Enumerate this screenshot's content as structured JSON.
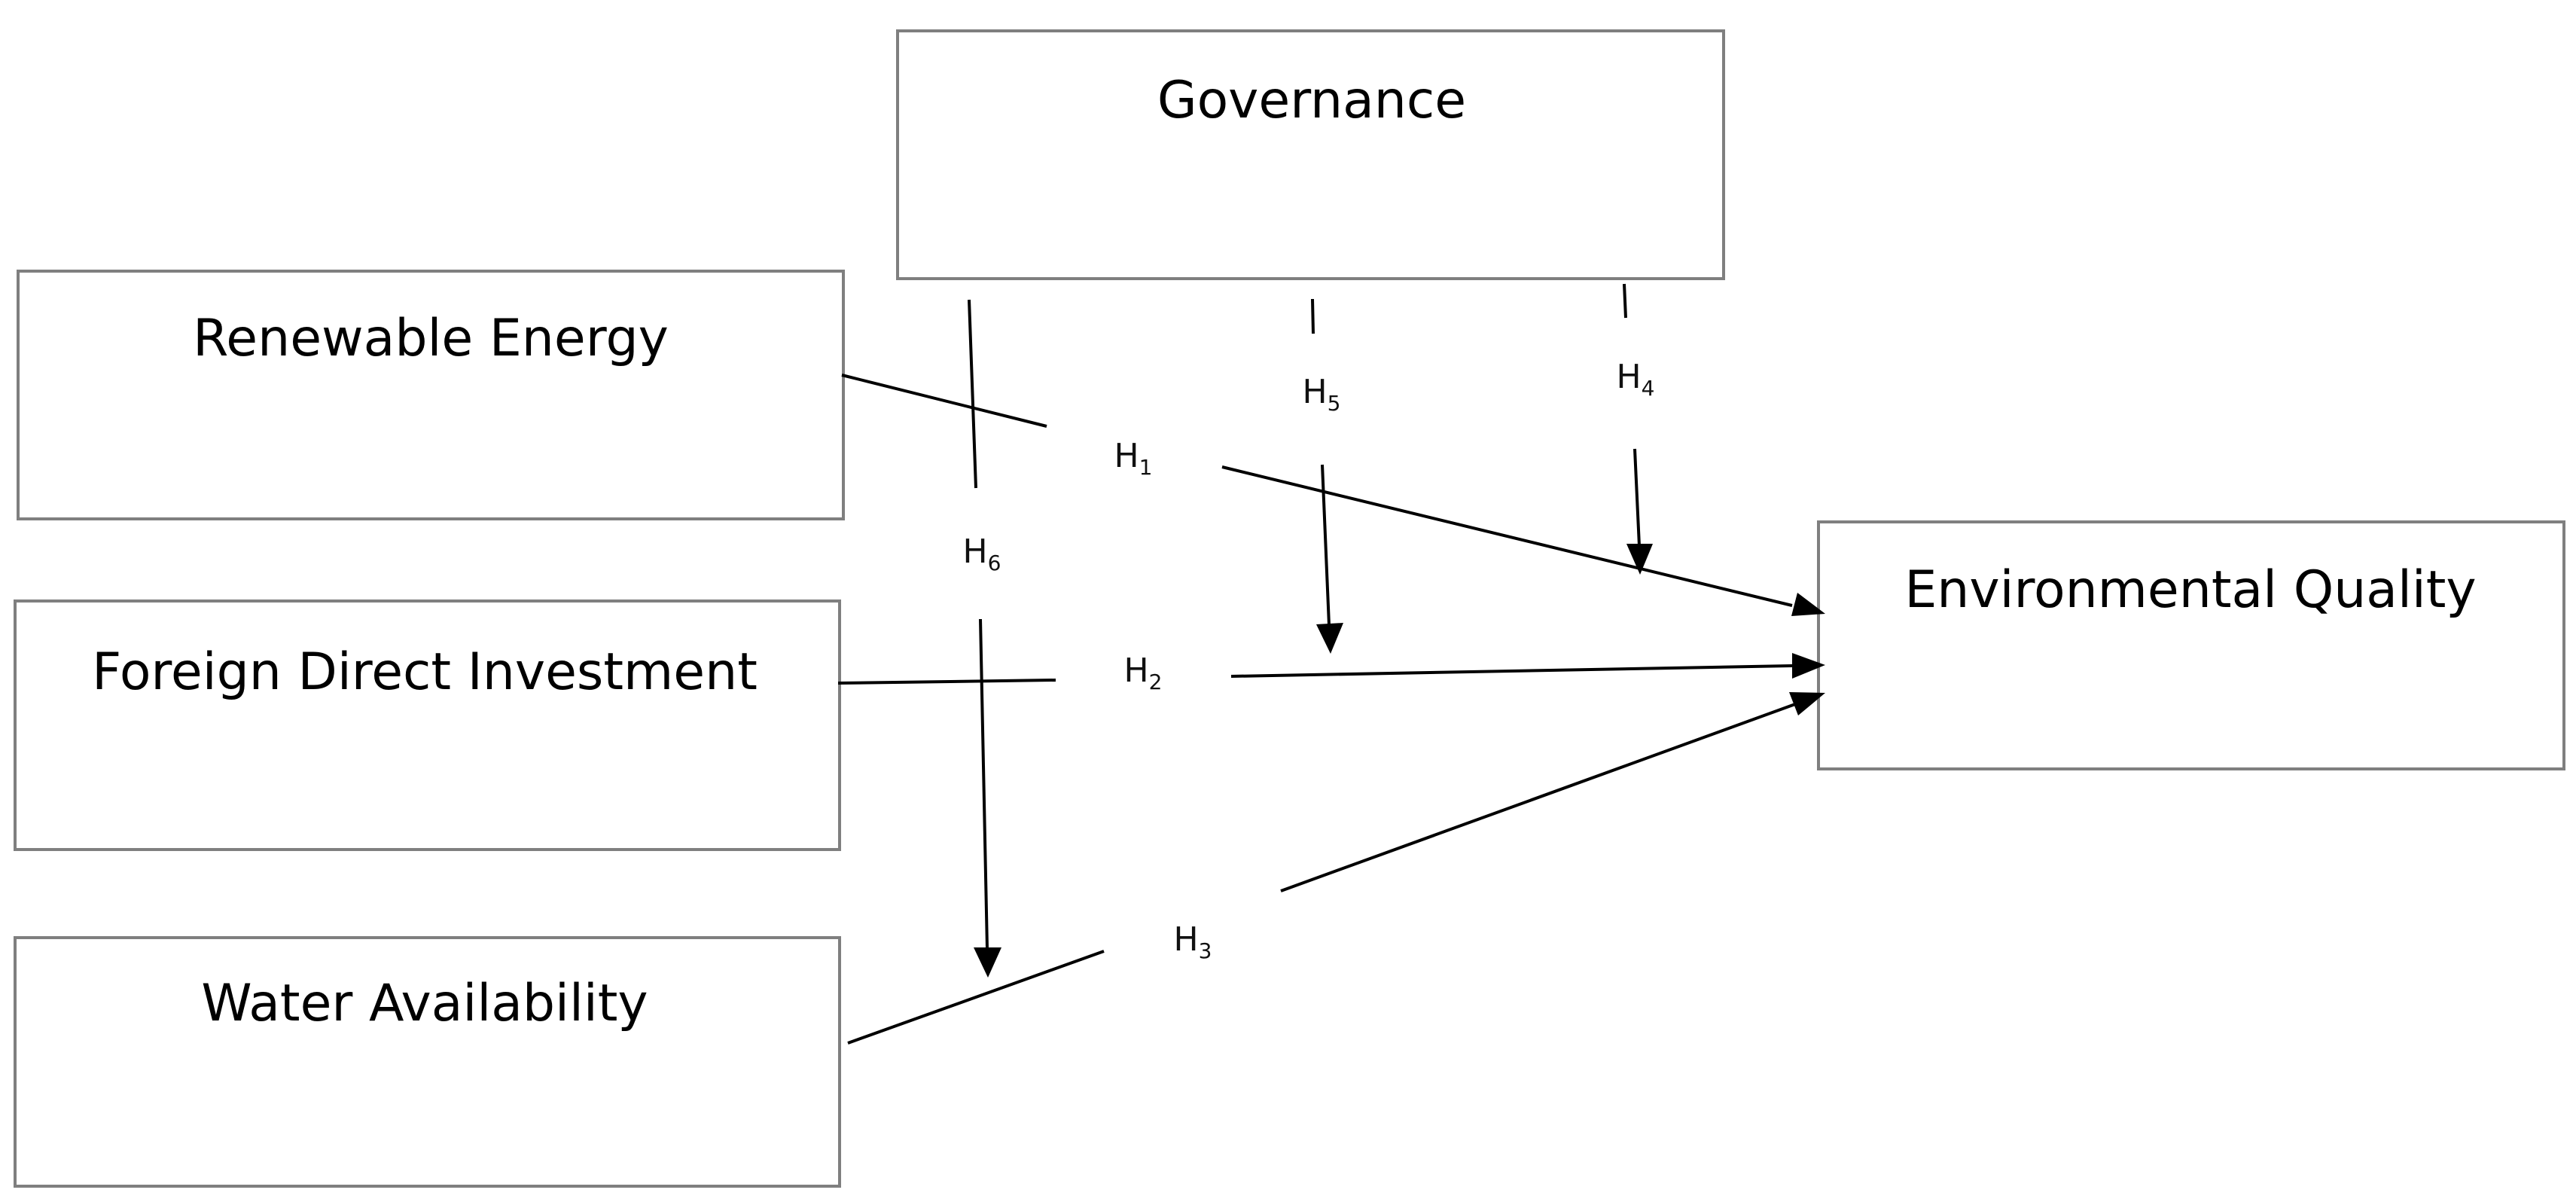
{
  "diagram": {
    "type": "conceptual-model",
    "nodes": {
      "governance": "Governance",
      "renewable_energy": "Renewable Energy",
      "foreign_direct_investment": "Foreign Direct Investment",
      "water_availability": "Water Availability",
      "environmental_quality": "Environmental Quality"
    },
    "hypotheses": {
      "h1": {
        "letter": "H",
        "index": "1",
        "from": "Renewable Energy",
        "to": "Environmental Quality"
      },
      "h2": {
        "letter": "H",
        "index": "2",
        "from": "Foreign Direct Investment",
        "to": "Environmental Quality"
      },
      "h3": {
        "letter": "H",
        "index": "3",
        "from": "Water Availability",
        "to": "Environmental Quality"
      },
      "h4": {
        "letter": "H",
        "index": "4",
        "from": "Governance",
        "to": "Renewable Energy → Environmental Quality"
      },
      "h5": {
        "letter": "H",
        "index": "5",
        "from": "Governance",
        "to": "Foreign Direct Investment → Environmental Quality"
      },
      "h6": {
        "letter": "H",
        "index": "6",
        "from": "Governance",
        "to": "Water Availability → Environmental Quality"
      }
    },
    "colors": {
      "box_border": "#7f7f7f",
      "line": "#000000",
      "text": "#000000",
      "background": "#ffffff"
    }
  }
}
